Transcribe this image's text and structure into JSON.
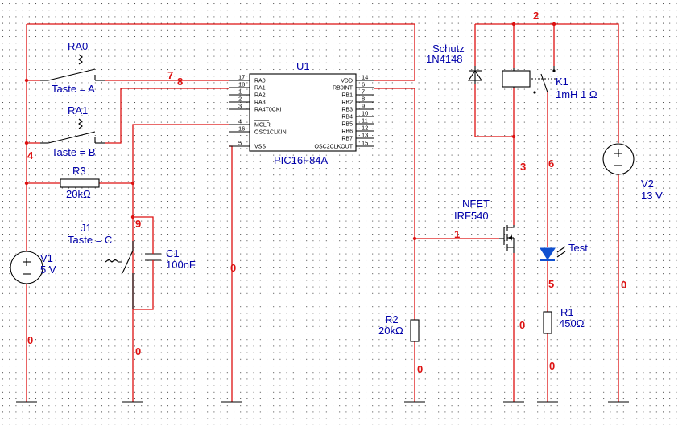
{
  "components": {
    "u1": {
      "ref": "U1",
      "part": "PIC16F84A",
      "left_pins": [
        {
          "num": "17",
          "name": "RA0"
        },
        {
          "num": "18",
          "name": "RA1"
        },
        {
          "num": "1",
          "name": "RA2"
        },
        {
          "num": "2",
          "name": "RA3"
        },
        {
          "num": "3",
          "name": "RA4T0CKI"
        },
        {
          "num": "4",
          "name": "MCLR"
        },
        {
          "num": "16",
          "name": "OSC1CLKIN"
        },
        {
          "num": "5",
          "name": "VSS"
        }
      ],
      "right_pins": [
        {
          "num": "14",
          "name": "VDD"
        },
        {
          "num": "6",
          "name": "RB0INT"
        },
        {
          "num": "7",
          "name": "RB1"
        },
        {
          "num": "8",
          "name": "RB2"
        },
        {
          "num": "9",
          "name": "RB3"
        },
        {
          "num": "10",
          "name": "RB4"
        },
        {
          "num": "11",
          "name": "RB5"
        },
        {
          "num": "12",
          "name": "RB6"
        },
        {
          "num": "13",
          "name": "RB7"
        },
        {
          "num": "15",
          "name": "OSC2CLKOUT"
        }
      ]
    },
    "ra0": {
      "ref": "RA0",
      "key": "Taste = A"
    },
    "ra1": {
      "ref": "RA1",
      "key": "Taste = B"
    },
    "r3": {
      "ref": "R3",
      "value": "20kΩ"
    },
    "j1": {
      "ref": "J1",
      "key": "Taste = C"
    },
    "c1": {
      "ref": "C1",
      "value": "100nF"
    },
    "v1": {
      "ref": "V1",
      "value": "5 V"
    },
    "r2": {
      "ref": "R2",
      "value": "20kΩ"
    },
    "q1": {
      "ref": "NFET",
      "part": "IRF540"
    },
    "d1": {
      "ref": "Schutz",
      "part": "1N4148"
    },
    "k1": {
      "ref": "K1",
      "value": "1mH 1 Ω"
    },
    "led": {
      "ref": "Test"
    },
    "r1": {
      "ref": "R1",
      "value": "450Ω"
    },
    "v2": {
      "ref": "V2",
      "value": "13 V"
    }
  },
  "nodes": {
    "n0a": "0",
    "n0b": "0",
    "n0c": "0",
    "n0d": "0",
    "n0e": "0",
    "n0f": "0",
    "n0g": "0",
    "n1": "1",
    "n2": "2",
    "n3": "3",
    "n4": "4",
    "n5": "5",
    "n6": "6",
    "n7": "7",
    "n8": "8",
    "n9": "9"
  },
  "colors": {
    "wire": "#dd1111",
    "label": "#0000aa",
    "grid_dot": "#000000"
  }
}
